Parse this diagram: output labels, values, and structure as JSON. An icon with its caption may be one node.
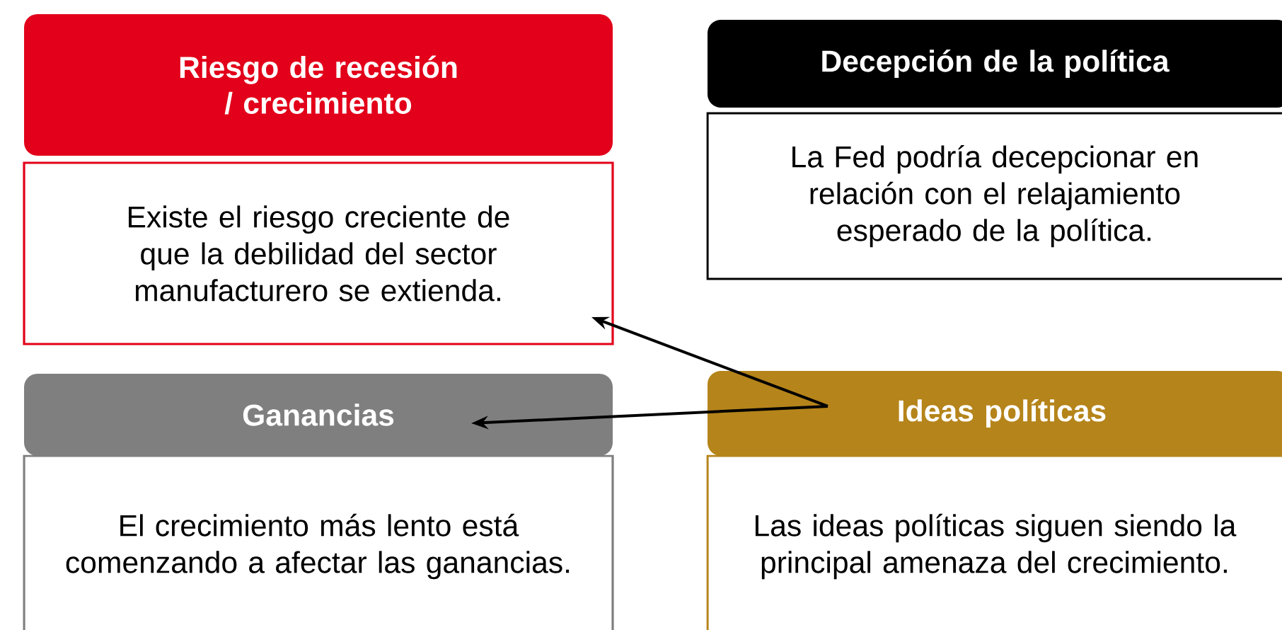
{
  "diagram": {
    "nodes": [
      {
        "text": [
          "Riesgo de recesión / crecimiento"
        ]
      },
      {
        "text": [
          "Existe el riesgo creciente de que la debilidad del sector manufacturero se extienda."
        ]
      },
      {
        "text": [
          "Decepción de la política"
        ]
      },
      {
        "text": [
          "La Fed podría decepcionar en relación con el relajamiento esperado de la política."
        ]
      },
      {
        "text": [
          "Ganancias"
        ]
      },
      {
        "text": [
          "El crecimiento más lento está comenzando a afectar las ganancias."
        ]
      },
      {
        "text": [
          "Ideas políticas"
        ]
      },
      {
        "text": [
          "Las ideas políticas siguen siendo la principal amenaza del crecimiento."
        ]
      }
    ],
    "edges": [
      {
        "from": 6,
        "to": 1,
        "arrow": "to"
      },
      {
        "from": 6,
        "to": 4,
        "arrow": "to"
      }
    ]
  }
}
